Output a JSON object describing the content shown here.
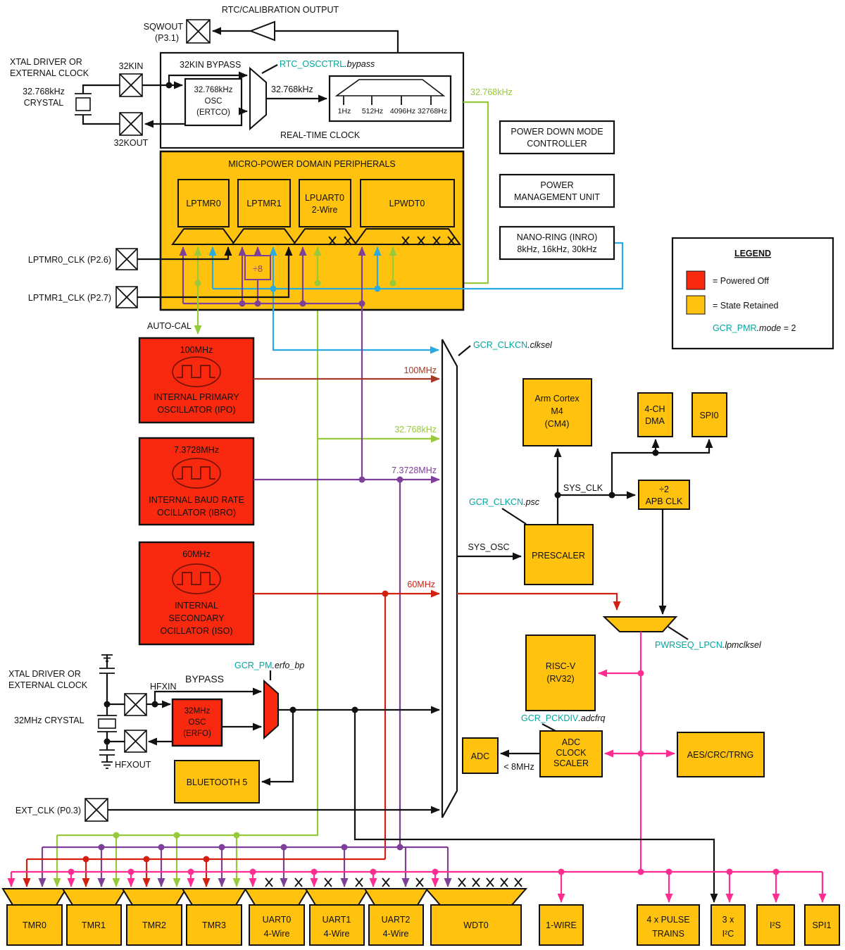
{
  "colors": {
    "powered_off": "#F9290F",
    "state_retained": "#FFC20E",
    "green_32k": "#97CA3A",
    "blue_inro": "#29ABE2",
    "purple_7m": "#7E3F98",
    "pink_lpm": "#FF2D92",
    "dark_red_100m": "#A43A28",
    "red_60m": "#D42011",
    "register_teal": "#00A79D"
  },
  "top": {
    "rtc_cal": "RTC/CALIBRATION OUTPUT",
    "sqwout": "SQWOUT",
    "sqwout_pin": "(P3.1)",
    "xtal1": "XTAL DRIVER OR",
    "xtal2": "EXTERNAL CLOCK",
    "crystal1": "32.768kHz",
    "crystal2": "CRYSTAL",
    "p32kin": "32KIN",
    "p32kout": "32KOUT",
    "bypass32": "32KIN BYPASS",
    "reg": "RTC_OSCCTRL",
    "reg_field": ".bypass",
    "ertco1": "32.768kHz",
    "ertco2": "OSC",
    "ertco3": "(ERTCO)",
    "f32k": "32.768kHz",
    "ticks": [
      "1Hz",
      "512Hz",
      "4096Hz",
      "32768Hz"
    ],
    "rtc_title": "REAL-TIME CLOCK",
    "green_out": "32.768kHz"
  },
  "mp": {
    "title": "MICRO-POWER DOMAIN PERIPHERALS",
    "b0": "LPTMR0",
    "b1": "LPTMR1",
    "b2a": "LPUART0",
    "b2b": "2-Wire",
    "b3": "LPWDT0",
    "div8": "÷8",
    "pad0": "LPTMR0_CLK (P2.6)",
    "pad1": "LPTMR1_CLK (P2.7)",
    "autocal": "AUTO-CAL"
  },
  "right": {
    "pdm1": "POWER DOWN MODE",
    "pdm2": "CONTROLLER",
    "pmu1": "POWER",
    "pmu2": "MANAGEMENT UNIT",
    "inro1": "NANO-RING (INRO)",
    "inro2": "8kHz, 16kHz, 30kHz"
  },
  "legend": {
    "title": "LEGEND",
    "off": "= Powered Off",
    "retained": "= State Retained",
    "reg": "GCR_PMR",
    "field": ".mode",
    "value": " = 2"
  },
  "mux": {
    "reg": "GCR_CLKCN",
    "field": ".clksel"
  },
  "osc": {
    "ipo_f": "100MHz",
    "ipo1": "INTERNAL PRIMARY",
    "ipo2": "OSCILLATOR (IPO)",
    "ibro_f": "7.3728MHz",
    "ibro1": "INTERNAL BAUD RATE",
    "ibro2": "OCILLATOR (IBRO)",
    "iso_f": "60MHz",
    "iso1": "INTERNAL",
    "iso2": "SECONDARY",
    "iso3": "OCILLATOR (ISO)"
  },
  "sig": {
    "f100": "100MHz",
    "f32": "32.768kHz",
    "f7": "7.3728MHz",
    "f60": "60MHz",
    "sysosc": "SYS_OSC",
    "sysclk": "SYS_CLK",
    "lt8": "< 8MHz"
  },
  "core": {
    "cm41": "Arm Cortex",
    "cm42": "M4",
    "cm43": "(CM4)",
    "dma1": "4-CH",
    "dma2": "DMA",
    "spi0": "SPI0",
    "apb1": "÷2",
    "apb2": "APB CLK",
    "presc": "PRESCALER",
    "psc_reg": "GCR_CLKCN",
    "psc_field": ".psc",
    "pwr_reg": "PWRSEQ_LPCN",
    "pwr_field": ".lpmclksel",
    "riscv1": "RISC-V",
    "riscv2": "(RV32)",
    "adc": "ADC",
    "sc1": "ADC",
    "sc2": "CLOCK",
    "sc3": "SCALER",
    "pck_reg": "GCR_PCKDIV",
    "pck_field": ".adcfrq",
    "aes": "AES/CRC/TRNG"
  },
  "erfo": {
    "xtal1": "XTAL DRIVER OR",
    "xtal2": "EXTERNAL CLOCK",
    "crystal": "32MHz CRYSTAL",
    "hfxin": "HFXIN",
    "hfxout": "HFXOUT",
    "bypass": "BYPASS",
    "reg": "GCR_PM",
    "field": ".erfo_bp",
    "b1": "32MHz",
    "b2": "OSC",
    "b3": "(ERFO)",
    "bt5": "BLUETOOTH 5",
    "extclk": "EXT_CLK (P0.3)"
  },
  "bottom": {
    "tmr0": "TMR0",
    "tmr1": "TMR1",
    "tmr2": "TMR2",
    "tmr3": "TMR3",
    "uart0a": "UART0",
    "uart0b": "4-Wire",
    "uart1a": "UART1",
    "uart1b": "4-Wire",
    "uart2a": "UART2",
    "uart2b": "4-Wire",
    "wdt0": "WDT0",
    "onewire": "1-WIRE",
    "pulse1": "4 x PULSE",
    "pulse2": "TRAINS",
    "i2c1": "3 x",
    "i2c2": "I²C",
    "i2s": "I²S",
    "spi1": "SPI1"
  }
}
